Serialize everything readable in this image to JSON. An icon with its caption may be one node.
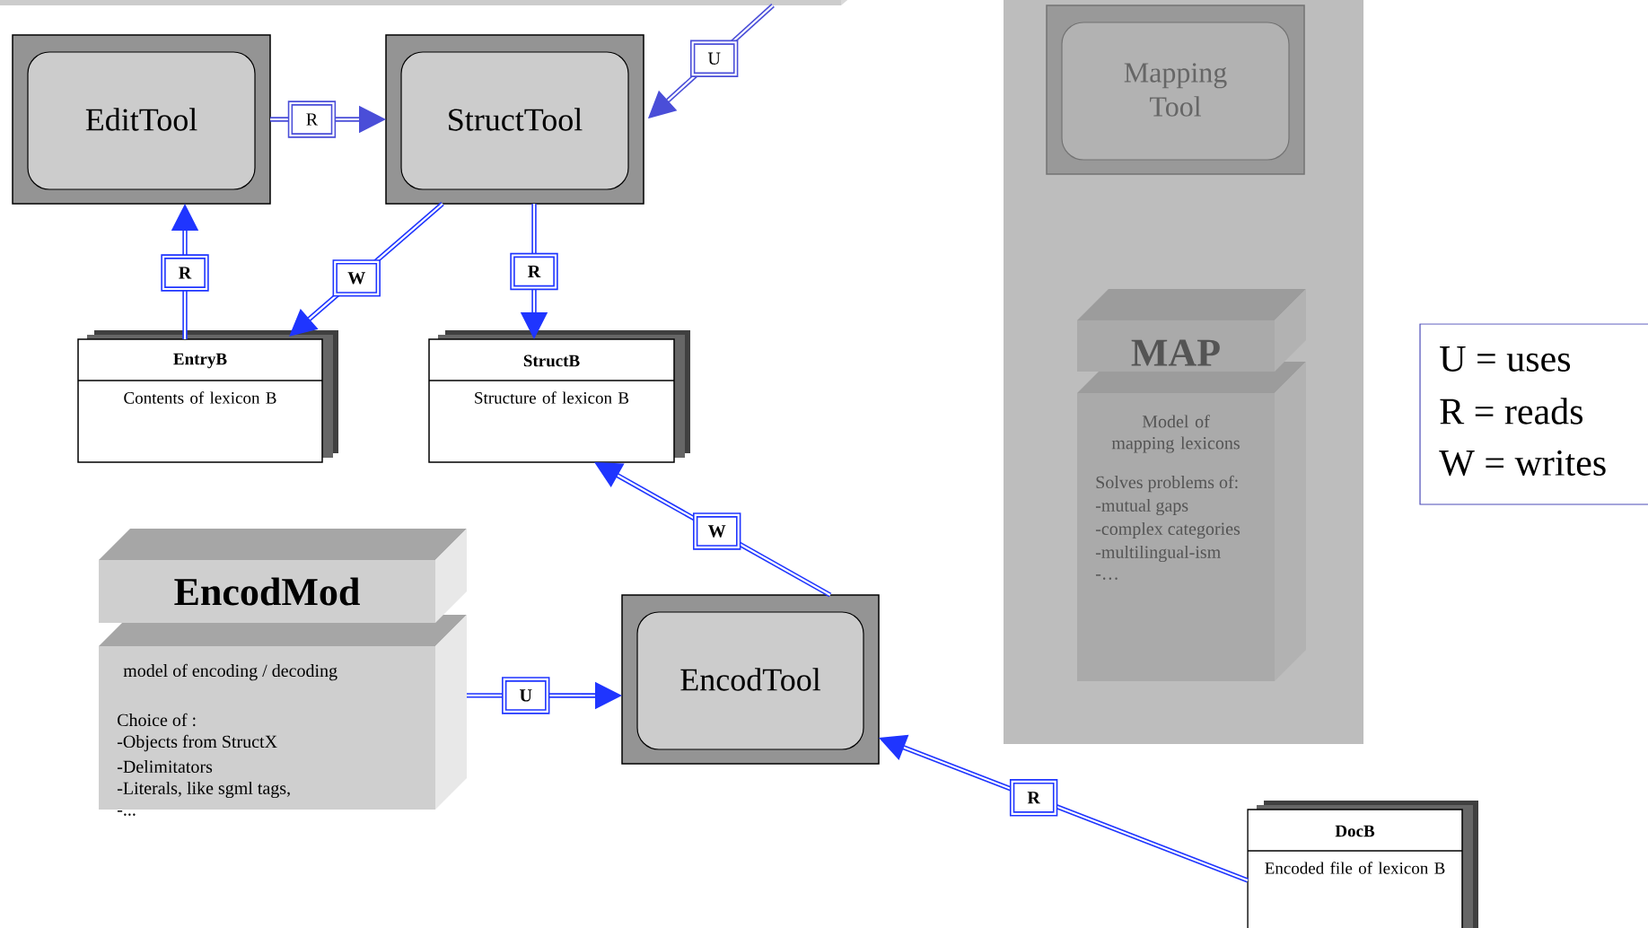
{
  "diagram": {
    "nodes": [
      {
        "text": [],
        "shape": "box"
      },
      {
        "text": [
          "EditTool"
        ]
      },
      {
        "text": [
          "StructTool"
        ]
      },
      {
        "text": [],
        "shape": "box"
      },
      {
        "text": [
          "Mapping Tool"
        ],
        "in": 3
      },
      {
        "text": [
          "EntryB",
          "Contents of lexicon B"
        ]
      },
      {
        "text": [
          "StructB",
          "Structure of lexicon B"
        ]
      },
      {
        "text": [
          "MAP",
          "Model of mapping lexicons",
          "Solves problems of:",
          "-mutual gaps",
          "-complex categories",
          "-multilingual-ism",
          "-…"
        ],
        "in": 3
      },
      {
        "text": [
          "EncodMod",
          "model of encoding / decoding",
          "Choice of :",
          "-Objects from StructX",
          "-Delimitators",
          "-Literals, like sgml tags,",
          "-..."
        ]
      },
      {
        "text": [
          "EncodTool"
        ]
      },
      {
        "text": [
          "DocB",
          "Encoded file of lexicon B"
        ]
      }
    ],
    "edges": [
      {
        "from": 1,
        "to": 2,
        "arrow": "to",
        "label": "R",
        "color": "#4a4ed8"
      },
      {
        "from": 0,
        "to": 2,
        "arrow": "to",
        "label": "U",
        "color": "#4a4ed8"
      },
      {
        "from": 5,
        "to": 1,
        "arrow": "to",
        "label": "R"
      },
      {
        "from": 2,
        "to": 5,
        "arrow": "to",
        "label": "W"
      },
      {
        "from": 2,
        "to": 6,
        "arrow": "to",
        "label": "R"
      },
      {
        "from": 9,
        "to": 6,
        "arrow": "to",
        "label": "W"
      },
      {
        "from": 8,
        "to": 9,
        "arrow": "to",
        "label": "U"
      },
      {
        "from": 10,
        "to": 9,
        "arrow": "to",
        "label": "R"
      }
    ],
    "labels": [
      "U = uses",
      "R = reads",
      "W = writes"
    ]
  }
}
